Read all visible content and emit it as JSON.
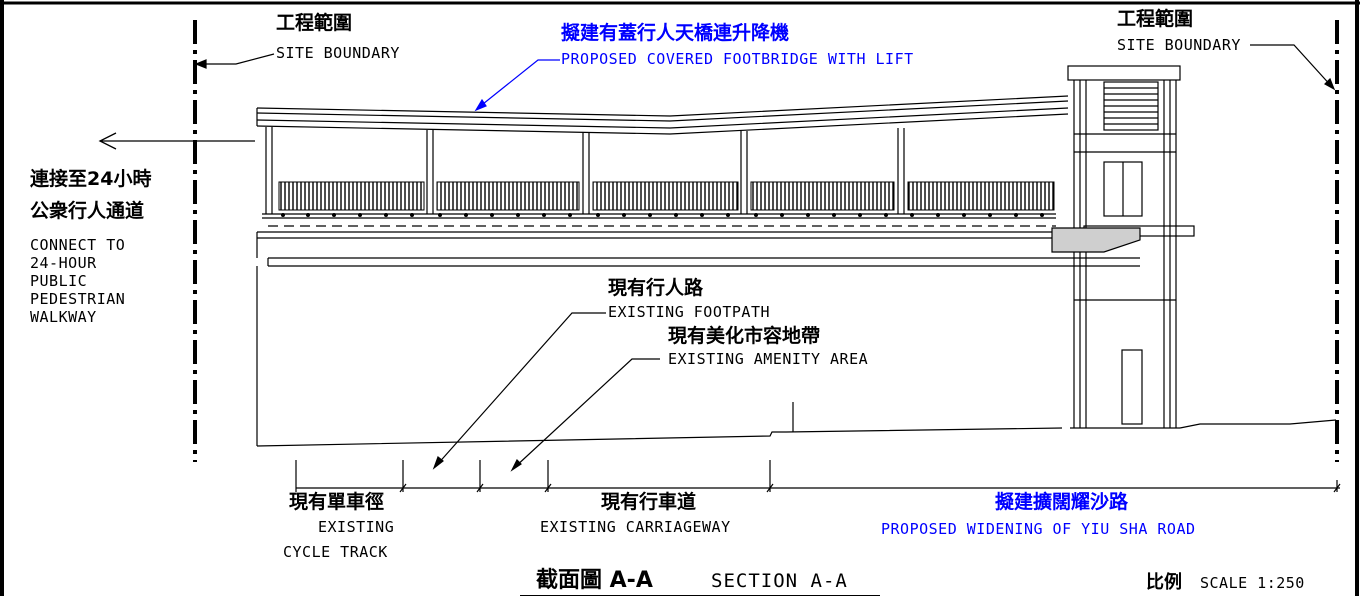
{
  "labels": {
    "site_boundary_left_zh": "工程範圍",
    "site_boundary_left_en": "SITE BOUNDARY",
    "site_boundary_right_zh": "工程範圍",
    "site_boundary_right_en": "SITE BOUNDARY",
    "footbridge_zh": "擬建有蓋行人天橋連升降機",
    "footbridge_en": "PROPOSED COVERED FOOTBRIDGE WITH LIFT",
    "connect_zh_1": "連接至24小時",
    "connect_zh_2": "公衆行人通道",
    "connect_en": [
      "CONNECT TO",
      "24-HOUR",
      "PUBLIC",
      "PEDESTRIAN",
      "WALKWAY"
    ],
    "footpath_zh": "現有行人路",
    "footpath_en": "EXISTING FOOTPATH",
    "amenity_zh": "現有美化市容地帶",
    "amenity_en": "EXISTING AMENITY AREA",
    "cycle_zh": "現有單車徑",
    "cycle_en_1": "EXISTING",
    "cycle_en_2": "CYCLE TRACK",
    "carriageway_zh": "現有行車道",
    "carriageway_en": "EXISTING CARRIAGEWAY",
    "widening_zh": "擬建擴闊耀沙路",
    "widening_en": "PROPOSED WIDENING OF YIU SHA ROAD"
  },
  "title": {
    "zh": "截面圖 A-A",
    "en": "SECTION A-A"
  },
  "scale": {
    "zh": "比例",
    "en": "SCALE 1:250"
  },
  "colors": {
    "line": "#000000",
    "proposed": "#0000ff"
  }
}
